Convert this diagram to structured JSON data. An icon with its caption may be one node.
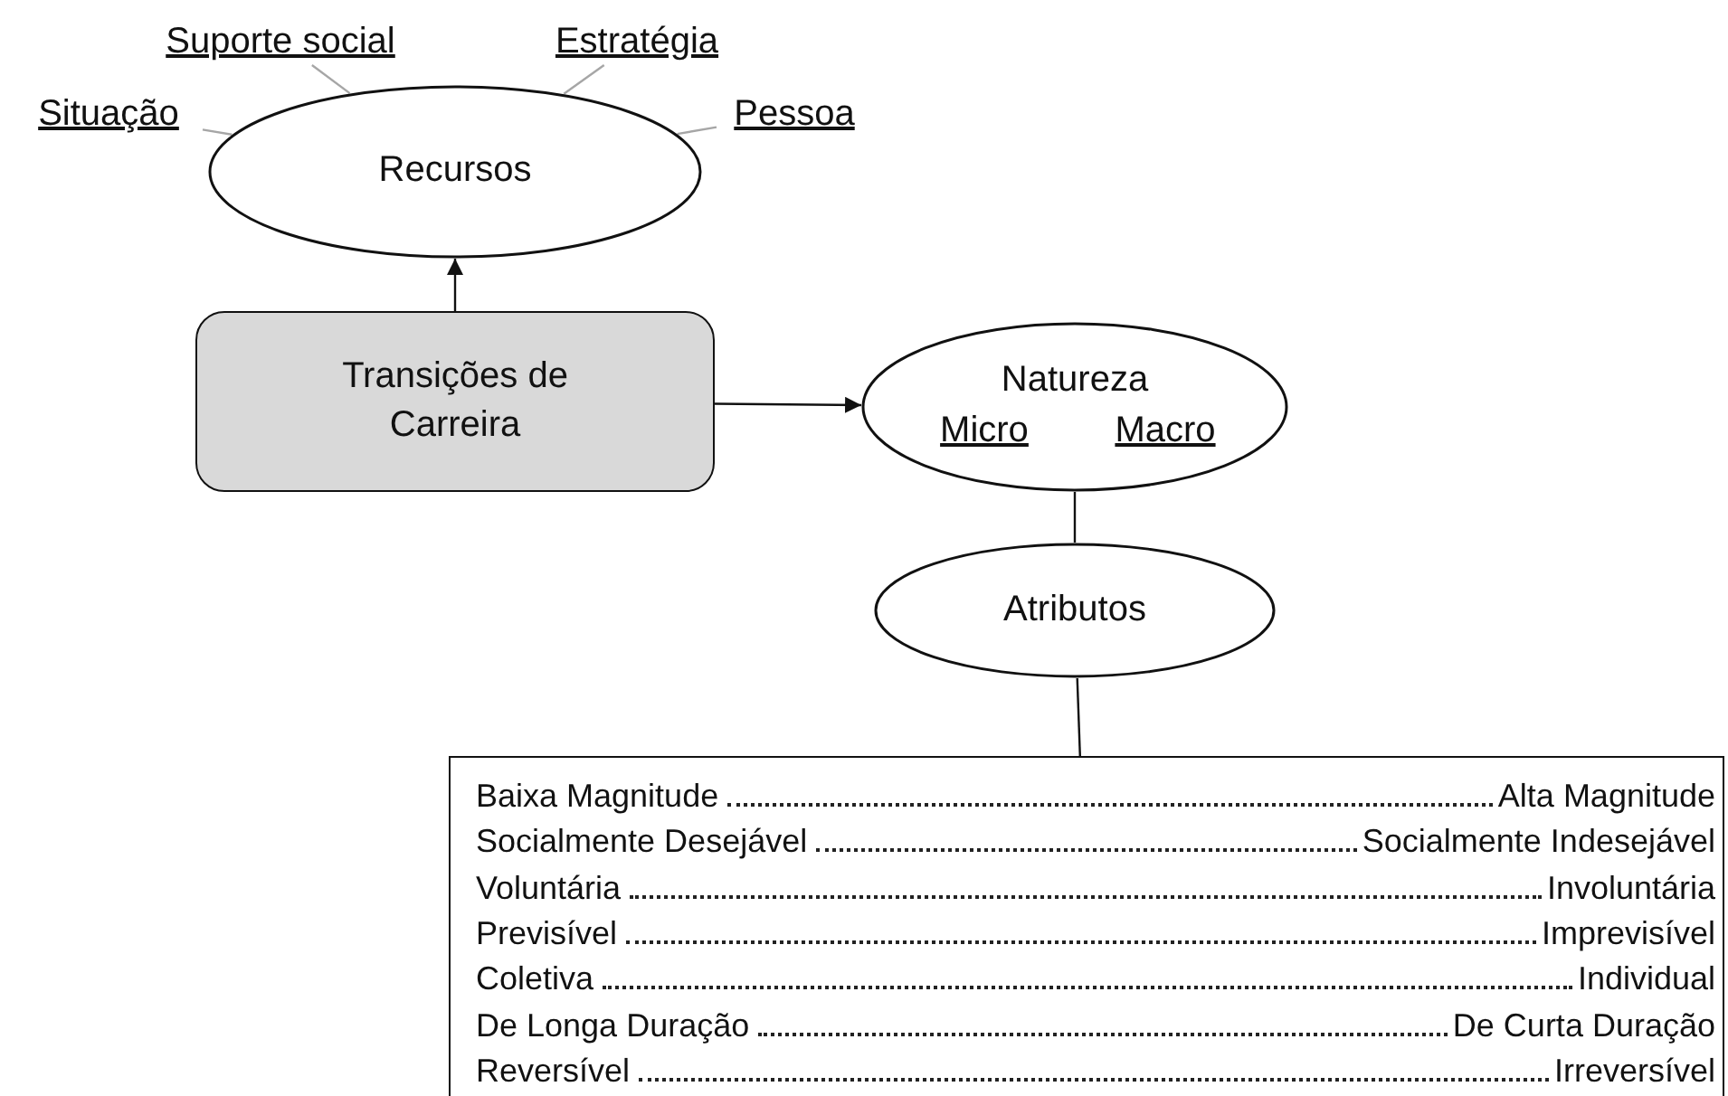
{
  "diagram": {
    "nodes": [
      {
        "text": [
          "Situação"
        ]
      },
      {
        "text": [
          "Suporte social"
        ]
      },
      {
        "text": [
          "Estratégia"
        ]
      },
      {
        "text": [
          "Pessoa"
        ]
      },
      {
        "text": [
          "Recursos"
        ]
      },
      {
        "text": [
          "Transições de Carreira"
        ]
      },
      {
        "text": [
          "Natureza",
          "Micro",
          "Macro"
        ]
      },
      {
        "text": [
          "Atributos"
        ]
      },
      {
        "text": [
          "Baixa Magnitude",
          "Alta Magnitude",
          "Socialmente Desejável",
          "Socialmente Indesejável",
          "Voluntária",
          "Involuntária",
          "Previsível",
          "Imprevisível",
          "Coletiva",
          "Individual",
          "De Longa Duração",
          "De Curta Duração",
          "Reversível",
          "Irreversível"
        ]
      }
    ],
    "edges": [
      {
        "from": 0,
        "to": 4,
        "arrow": "none",
        "color": "#a6a6a6"
      },
      {
        "from": 1,
        "to": 4,
        "arrow": "none",
        "color": "#a6a6a6"
      },
      {
        "from": 2,
        "to": 4,
        "arrow": "none",
        "color": "#a6a6a6"
      },
      {
        "from": 3,
        "to": 4,
        "arrow": "none",
        "color": "#a6a6a6"
      },
      {
        "from": 5,
        "to": 4,
        "arrow": "to",
        "color": "#111111"
      },
      {
        "from": 5,
        "to": 6,
        "arrow": "to",
        "color": "#111111"
      },
      {
        "from": 6,
        "to": 7,
        "arrow": "none",
        "color": "#111111"
      },
      {
        "from": 7,
        "to": 8,
        "arrow": "none",
        "color": "#111111"
      }
    ]
  }
}
